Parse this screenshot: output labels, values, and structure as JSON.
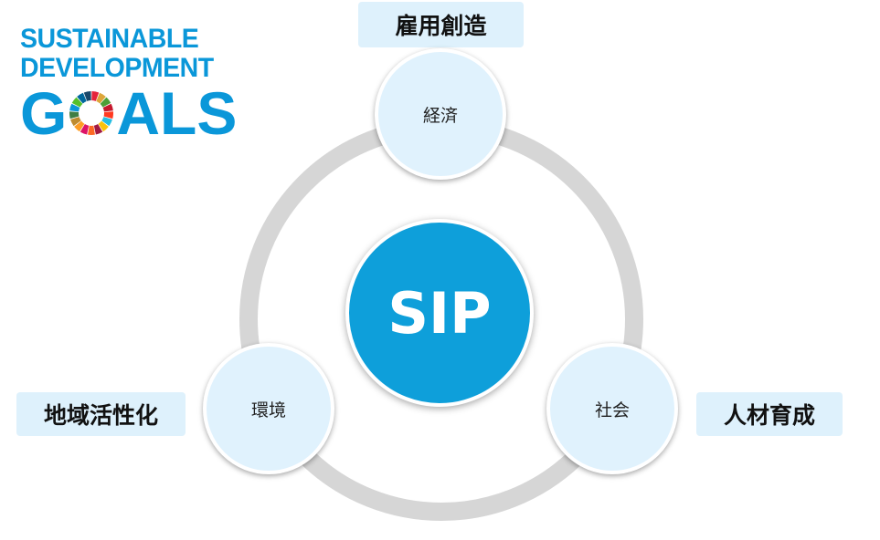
{
  "logo": {
    "line1": "SUSTAINABLE",
    "line2": "DEVELOPMENT",
    "goals_g": "G",
    "goals_rest": "ALS",
    "wheel_colors": [
      "#e5243b",
      "#dda63a",
      "#4c9f38",
      "#c5192d",
      "#ff3a21",
      "#26bde2",
      "#fcc30b",
      "#a21942",
      "#fd6925",
      "#dd1367",
      "#fd9d24",
      "#bf8b2e",
      "#3f7e44",
      "#0a97d9",
      "#56c02b",
      "#00689d",
      "#19486a"
    ]
  },
  "center": {
    "label": "SIP",
    "color": "#0e9fda"
  },
  "nodes": {
    "economy": "経済",
    "environment": "環境",
    "society": "社会"
  },
  "tags": {
    "top": "雇用創造",
    "left": "地域活性化",
    "right": "人材育成"
  },
  "colors": {
    "ring": "#d9d9d9",
    "node_fill": "#e0f2fd",
    "tag_fill": "#def1fc"
  }
}
